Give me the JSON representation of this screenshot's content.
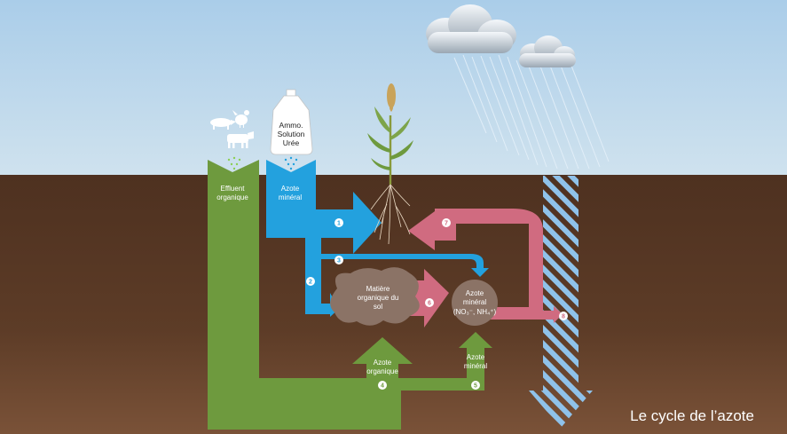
{
  "title": "Le cycle de l’azote",
  "labels": {
    "effluent": [
      "Effluent",
      "organique"
    ],
    "fertilizer_bottle": [
      "Ammo.",
      "Solution",
      "Urée"
    ],
    "azote_mineral_top": [
      "Azote",
      "minéral"
    ],
    "matiere_organique": [
      "Matière",
      "organique du",
      "sol"
    ],
    "azote_mineral_pool": [
      "Azote",
      "minéral",
      "(NO₃⁻, NH₄⁺)"
    ],
    "azote_organique": [
      "Azote",
      "organique"
    ],
    "azote_mineral_small": [
      "Azote",
      "minéral"
    ]
  },
  "steps": [
    "1",
    "2",
    "3",
    "4",
    "5",
    "6",
    "7",
    "8"
  ],
  "colors": {
    "blue": "#23a1de",
    "green": "#6e9a3e",
    "pink": "#d06b80",
    "grey": "#8b7366",
    "soil": "#5a3a26",
    "sky": "#b7d5ec",
    "leach": "#8fc2ea"
  },
  "icons": [
    "pig-icon",
    "chicken-icon",
    "cow-icon",
    "fertilizer-bottle-icon",
    "wheat-plant-icon",
    "cloud-icon",
    "rain-icon"
  ]
}
